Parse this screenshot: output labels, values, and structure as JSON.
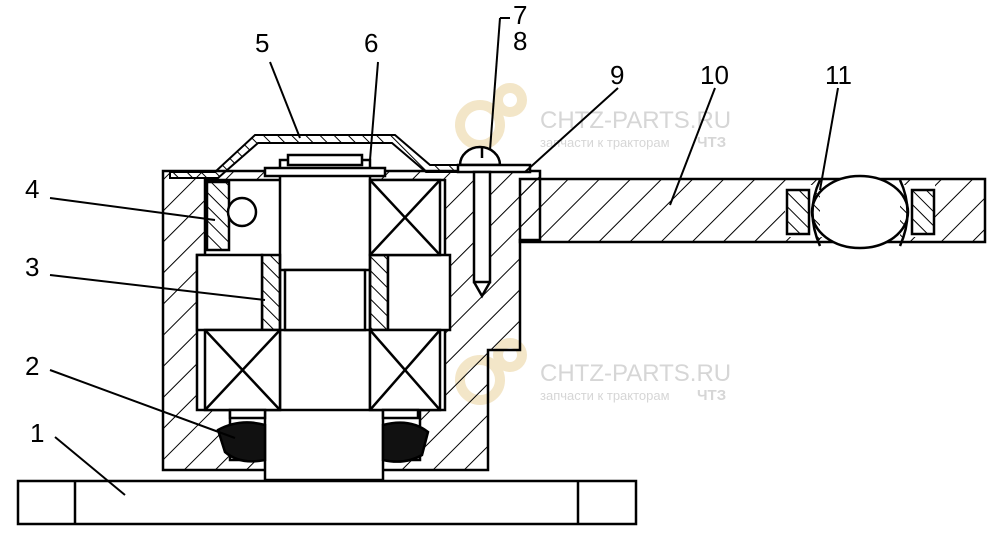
{
  "labels": [
    "1",
    "2",
    "3",
    "4",
    "5",
    "6",
    "7",
    "8",
    "9",
    "10",
    "11"
  ],
  "watermark": {
    "site": "CHTZ-PARTS.RU",
    "tagline": "запчасти к тракторам",
    "brand": "ЧТЗ"
  },
  "colors": {
    "line": "#000000",
    "watermark": "#d6d6d6",
    "gear": "#f3e6c8"
  }
}
